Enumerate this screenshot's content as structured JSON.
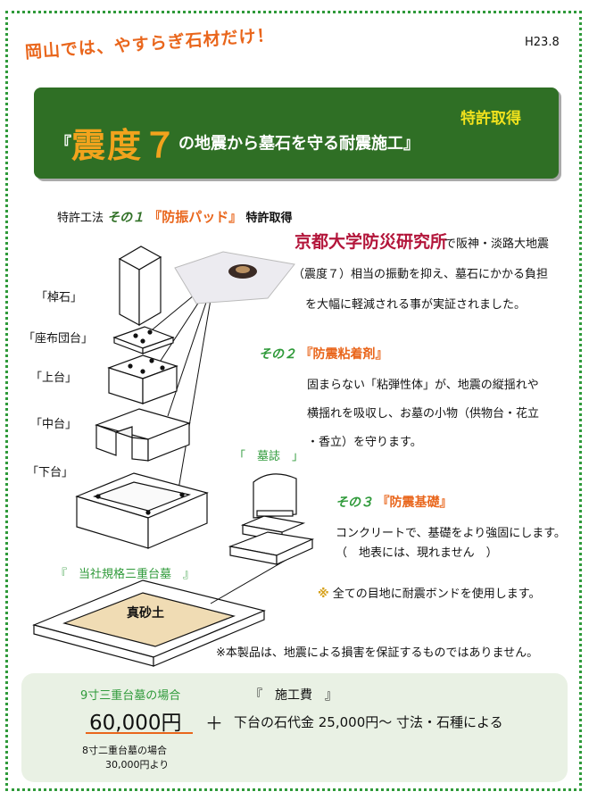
{
  "date": "H23.8",
  "tagline": "岡山では、やすらぎ石材だけ！",
  "banner": {
    "patent": "特許取得",
    "open_quote": "『",
    "big": "震度７",
    "rest": "の地震から墓石を守る耐震施工』"
  },
  "section1": {
    "method": "特許工法",
    "num": "その１",
    "name": "『防振パッド』",
    "patent": "特許取得",
    "institute": "京都大学防災研究所",
    "lines": [
      "で阪神・淡路大地震",
      "（震度７）相当の振動を抑え、墓石にかかる負担",
      "を大幅に軽減される事が実証されました。"
    ]
  },
  "section2": {
    "num": "その２",
    "name": "『防震粘着剤』",
    "lines": [
      "固まらない「粘弾性体」が、地震の縦揺れや",
      "横揺れを吸収し、お墓の小物（供物台・花立",
      "・香立）を守ります。"
    ]
  },
  "section3": {
    "num": "その３",
    "name": "『防震基礎』",
    "lines": [
      "コンクリートで、基礎をより強固にします。",
      "（　地表には、現れません　）"
    ]
  },
  "diagram_labels": {
    "saoishi": "「棹石」",
    "zabuton": "「座布団台」",
    "jodai": "「上台」",
    "chudai": "「中台」",
    "gedai": "「下台」",
    "boshi": "「　墓誌　」",
    "standard": "『　当社規格三重台墓　』",
    "masado": "真砂土"
  },
  "bond_note": {
    "mark": "※",
    "text": "全ての目地に耐震ボンドを使用します。"
  },
  "disclaimer": "※本製品は、地震による損害を保証するものではありません。",
  "pricing": {
    "case9": "9寸三重台墓の場合",
    "cost_label": "『　施工費　』",
    "price": "60,000円",
    "plus": "＋",
    "stone": "下台の石代金 25,000円～ 寸法・石種による",
    "case8": "8寸二重台墓の場合",
    "case8_price": "30,000円より"
  },
  "colors": {
    "green": "#2f6f25",
    "orange": "#e9661c",
    "yellow": "#f1e21d",
    "crimson": "#b3153a"
  }
}
